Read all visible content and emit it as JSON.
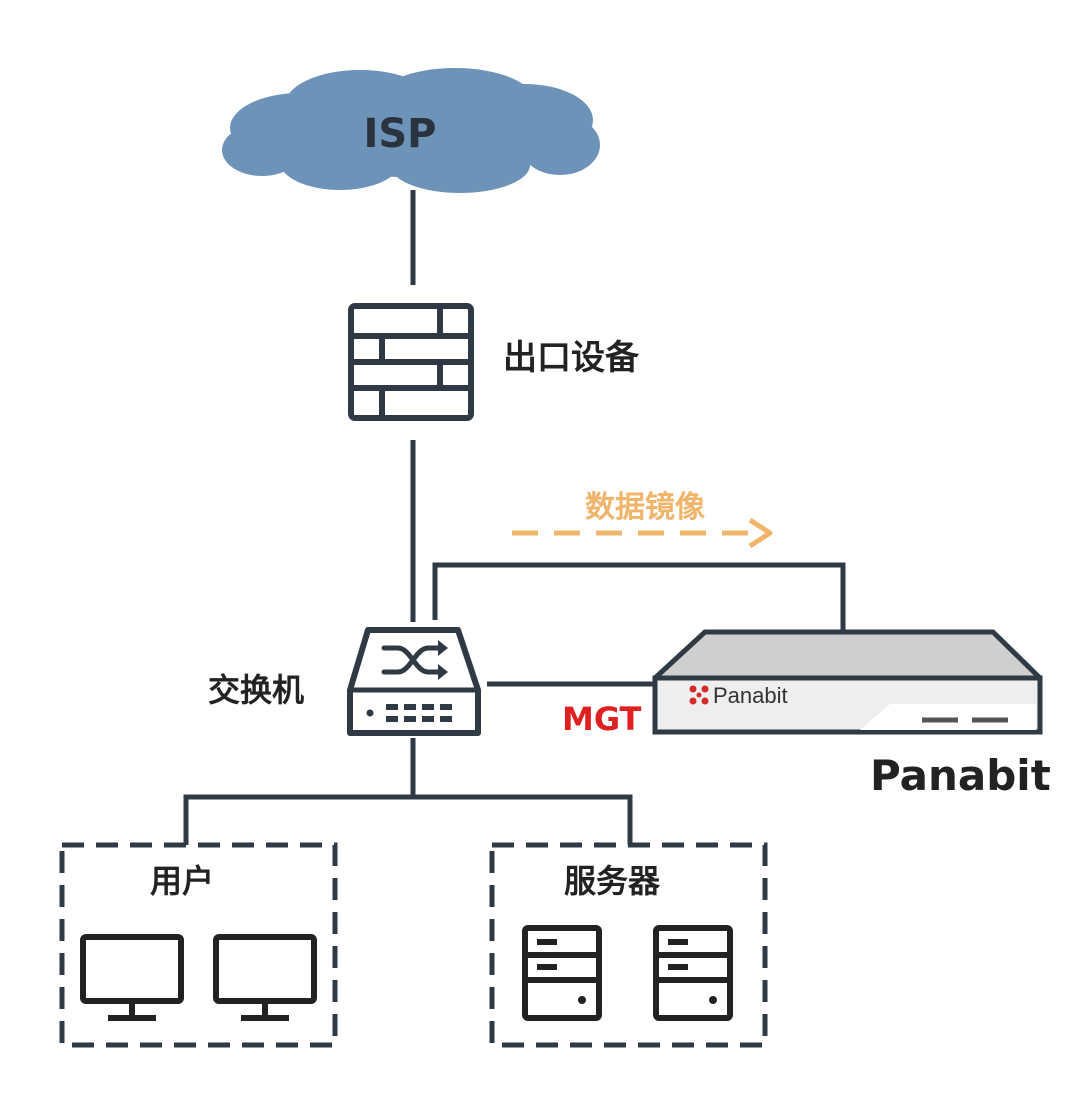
{
  "cloud": {
    "label": "ISP",
    "color": "#6d93b9"
  },
  "firewall": {
    "label": "出口设备"
  },
  "mirror": {
    "label": "数据镜像",
    "color": "#f0b46a"
  },
  "switch": {
    "label": "交换机"
  },
  "mgt": {
    "label": "MGT",
    "color": "#e02020"
  },
  "appliance": {
    "brand": "Panabit",
    "name": "Panabit",
    "logo_color": "#d42a2a"
  },
  "users": {
    "label": "用户",
    "icon": "monitor-icon"
  },
  "servers": {
    "label": "服务器",
    "icon": "server-icon"
  },
  "colors": {
    "line": "#2f3a45",
    "dash": "#2f3a45"
  }
}
